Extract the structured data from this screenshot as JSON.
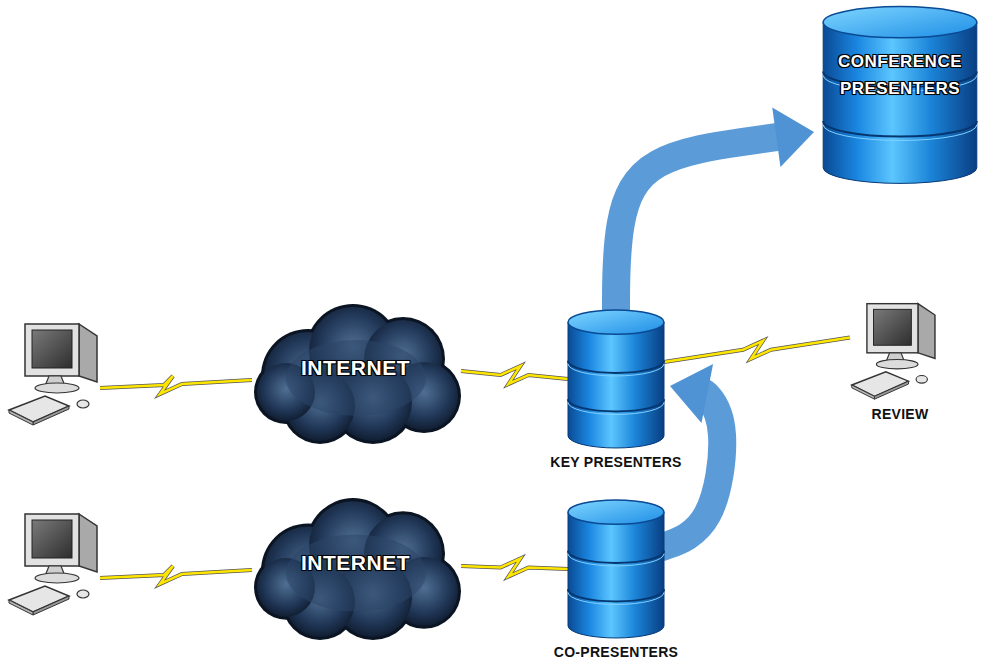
{
  "diagram": {
    "nodes": [
      {
        "text": [
          "CONFERENCE PRESENTERS"
        ]
      },
      {
        "text": [
          "INTERNET"
        ]
      },
      {
        "text": [
          "KEY PRESENTERS"
        ]
      },
      {
        "text": [
          "REVIEW"
        ]
      },
      {
        "text": [
          "INTERNET"
        ]
      },
      {
        "text": [
          "CO-PRESENTERS"
        ]
      }
    ],
    "edges": [
      {
        "from": 1,
        "to": 2,
        "arrow": "none"
      },
      {
        "from": 2,
        "to": 3,
        "arrow": "none"
      },
      {
        "from": 4,
        "to": 5,
        "arrow": "none"
      },
      {
        "from": 5,
        "to": 2,
        "arrow": "to"
      },
      {
        "from": 2,
        "to": 0,
        "arrow": "to"
      }
    ]
  }
}
